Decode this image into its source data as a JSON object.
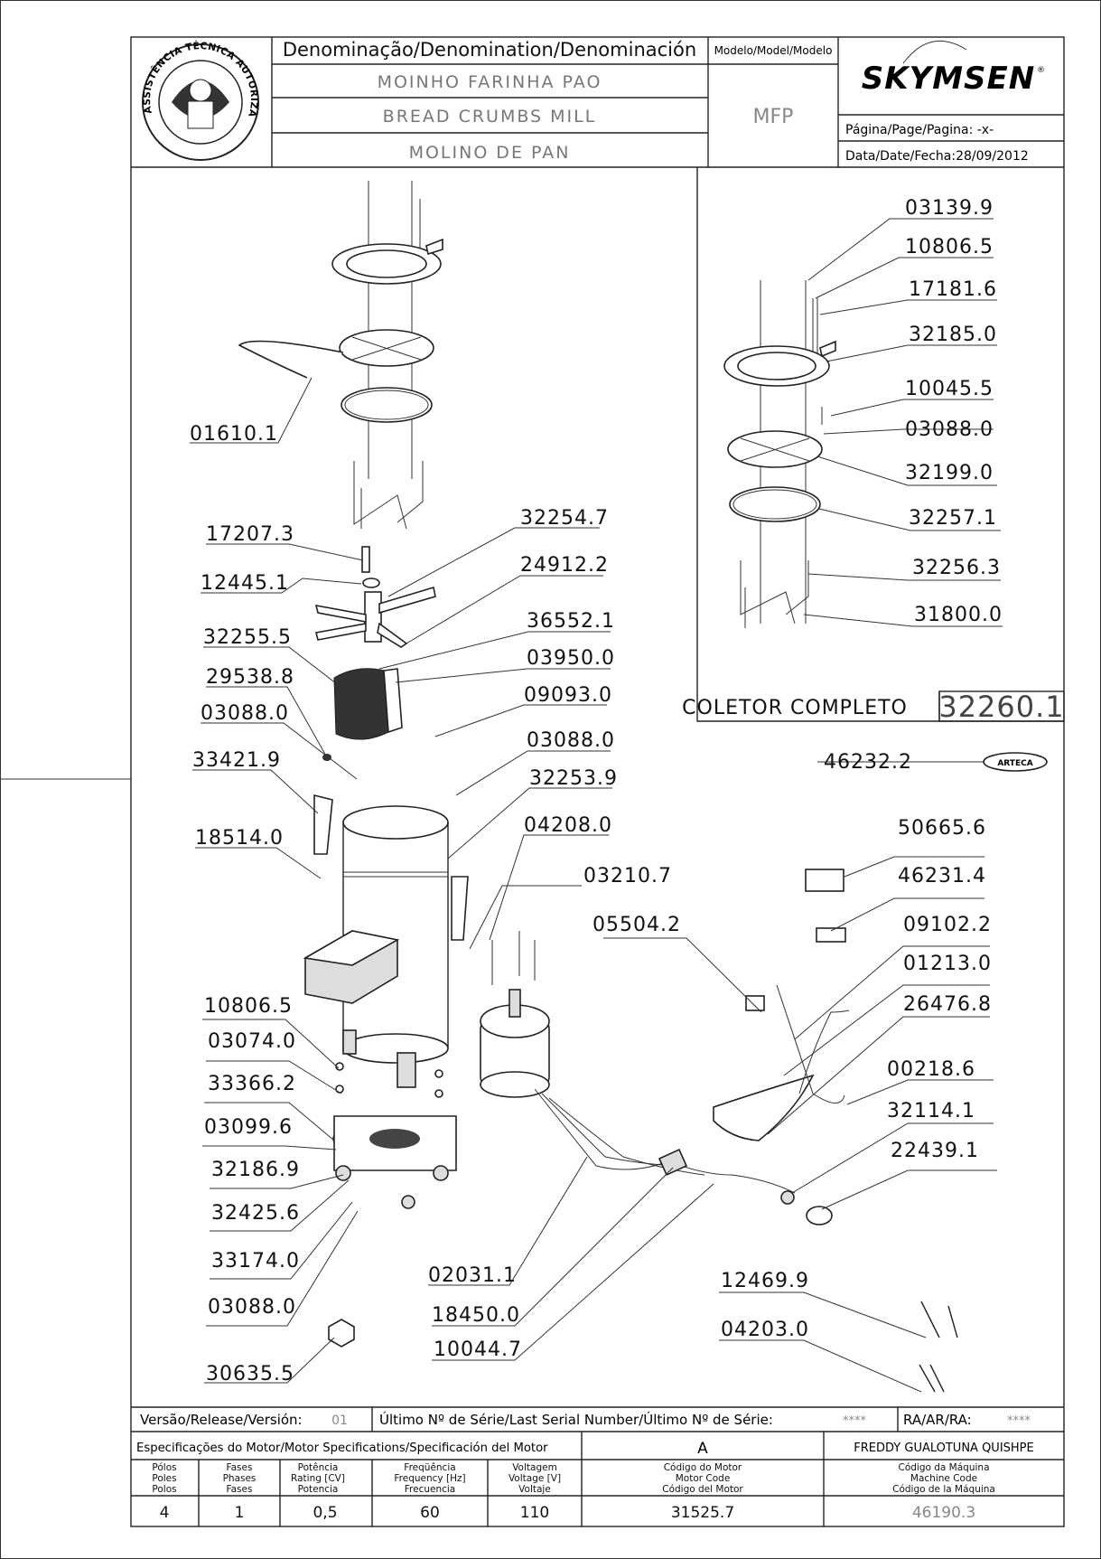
{
  "header": {
    "denomination_title": "Denominação/Denomination/Denominación",
    "name_pt": "MOINHO FARINHA PAO",
    "name_en": "BREAD CRUMBS MILL",
    "name_es": "MOLINO DE PAN",
    "model_title": "Modelo/Model/Modelo",
    "model": "MFP",
    "brand": "SKYMSEN",
    "brand_mark": "®",
    "page_label": "Página/Page/Pagina: -x-",
    "date_label": "Data/Date/Fecha:28/09/2012",
    "seal_text": "ASSISTÊNCIA TÉCNICA AUTORIZADA"
  },
  "inset": {
    "title": "COLETOR COMPLETO",
    "code": "32260.1",
    "labels": [
      "03139.9",
      "10806.5",
      "17181.6",
      "32185.0",
      "10045.5",
      "03088.0",
      "32199.0",
      "32257.1",
      "32256.3",
      "31800.0"
    ]
  },
  "main_labels": {
    "l01610": "01610.1",
    "l17207": "17207.3",
    "l12445": "12445.1",
    "l32254": "32254.7",
    "l24912": "24912.2",
    "l32255": "32255.5",
    "l36552": "36552.1",
    "l29538": "29538.8",
    "l03950": "03950.0",
    "l03088a": "03088.0",
    "l09093": "09093.0",
    "l33421": "33421.9",
    "l03088b": "03088.0",
    "l32253": "32253.9",
    "l18514": "18514.0",
    "l04208": "04208.0",
    "l03210": "03210.7",
    "l05504": "05504.2",
    "l46232": "46232.2",
    "l50665": "50665.6",
    "l46231": "46231.4",
    "l09102": "09102.2",
    "l01213": "01213.0",
    "l26476": "26476.8",
    "l10806": "10806.5",
    "l03074": "03074.0",
    "l33366": "33366.2",
    "l03099": "03099.6",
    "l32186": "32186.9",
    "l32425": "32425.6",
    "l33174": "33174.0",
    "l03088c": "03088.0",
    "l30635": "30635.5",
    "l00218": "00218.6",
    "l32114": "32114.1",
    "l22439": "22439.1",
    "l02031": "02031.1",
    "l18450": "18450.0",
    "l10044": "10044.7",
    "l12469": "12469.9",
    "l04203": "04203.0",
    "badge46232": "ARTECA"
  },
  "footer": {
    "release_label": "Versão/Release/Versión:",
    "release_value": "01",
    "serial_label": "Último Nº de Série/Last Serial Number/Último Nº de Série:",
    "serial_value": "****",
    "ra_label": "RA/AR/RA:",
    "ra_value": "****",
    "motor_spec_title": "Especificações do Motor/Motor Specifications/Specificación del Motor",
    "revision": "A",
    "author": "FREDDY GUALOTUNA QUISHPE",
    "col_poles": [
      "Pólos",
      "Poles",
      "Polos"
    ],
    "col_phases": [
      "Fases",
      "Phases",
      "Fases"
    ],
    "col_power": [
      "Potência",
      "Rating [CV]",
      "Potencia"
    ],
    "col_freq": [
      "Freqüência",
      "Frequency [Hz]",
      "Frecuencia"
    ],
    "col_volt": [
      "Voltagem",
      "Voltage [V]",
      "Voltaje"
    ],
    "col_motor_code": [
      "Código do Motor",
      "Motor Code",
      "Código del Motor"
    ],
    "col_machine_code": [
      "Código da Máquina",
      "Machine Code",
      "Código de la Máquina"
    ],
    "poles": "4",
    "phases": "1",
    "power": "0,5",
    "frequency": "60",
    "voltage": "110",
    "motor_code": "31525.7",
    "machine_code": "46190.3"
  }
}
